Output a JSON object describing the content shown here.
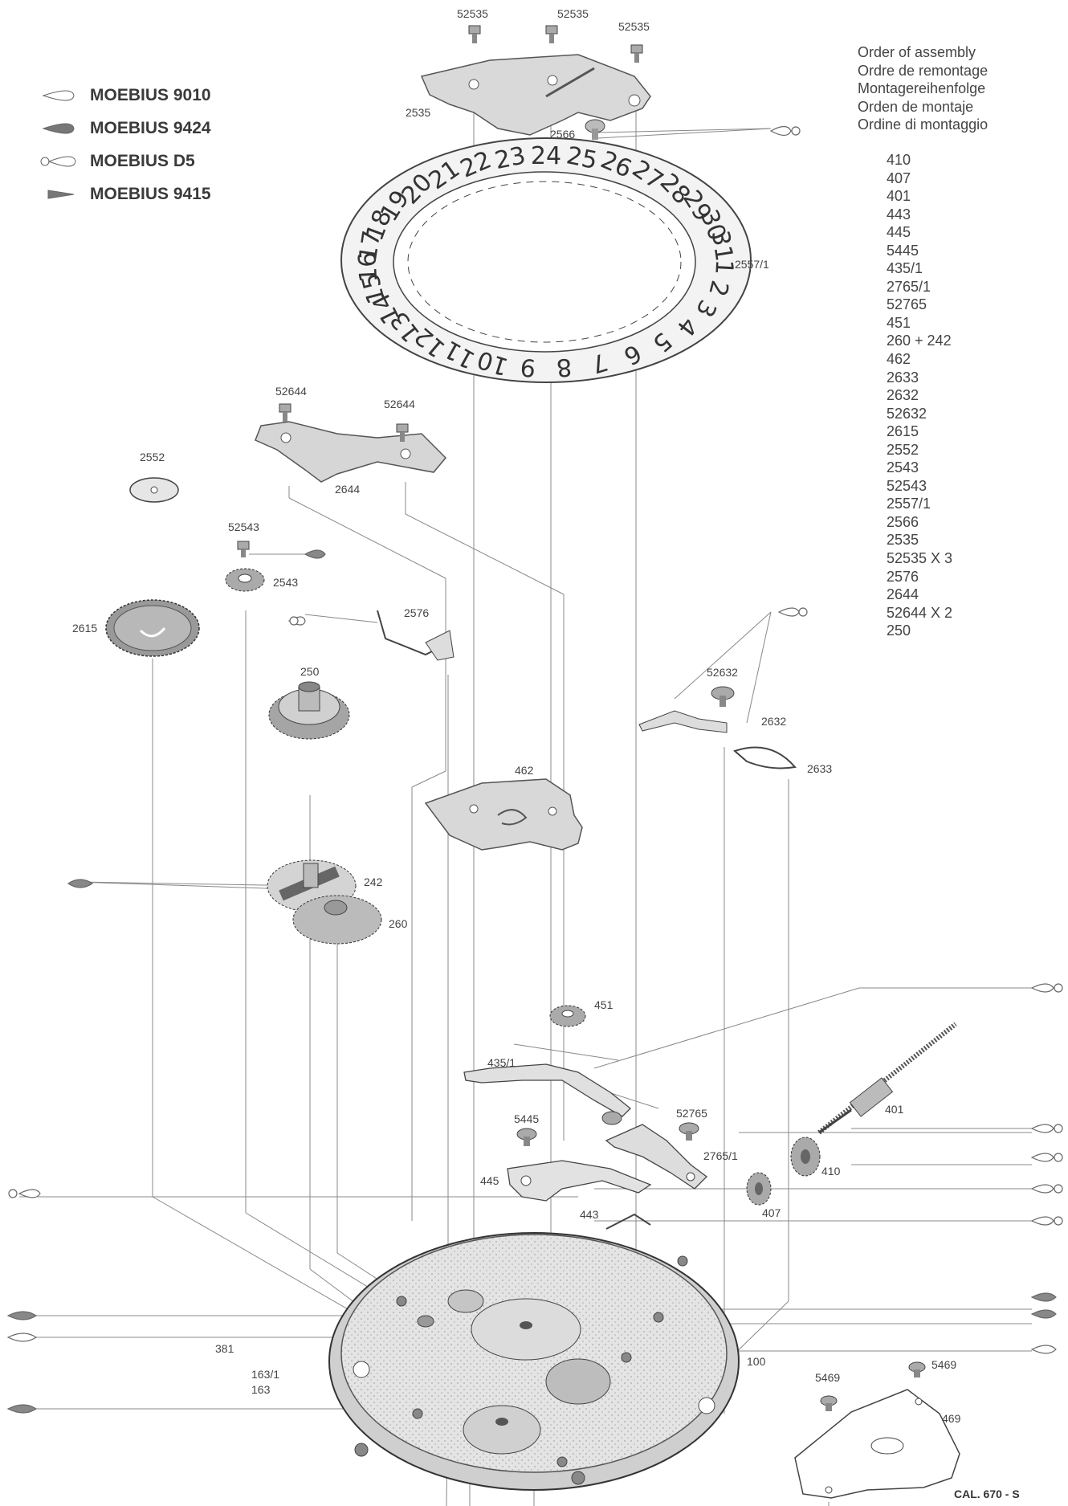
{
  "legend": [
    {
      "label": "MOEBIUS 9010",
      "icon": "outline-drop-icon"
    },
    {
      "label": "MOEBIUS 9424",
      "icon": "filled-drop-icon"
    },
    {
      "label": "MOEBIUS D5",
      "icon": "outline-drop-with-ring-icon"
    },
    {
      "label": "MOEBIUS 9415",
      "icon": "filled-triangle-icon"
    }
  ],
  "order_title": [
    "Order of assembly",
    "Ordre de remontage",
    "Montagereihenfolge",
    "Orden de montaje",
    "Ordine di montaggio"
  ],
  "order_list": [
    "410",
    "407",
    "401",
    "443",
    "445",
    "5445",
    "435/1",
    "2765/1",
    "52765",
    "451",
    "260 + 242",
    "462",
    "2633",
    "2632",
    "52632",
    "2615",
    "2552",
    "2543",
    "52543",
    "2557/1",
    "2566",
    "2535",
    "52535 X 3",
    "2576",
    "2644",
    "52644 X 2",
    "250"
  ],
  "part_labels": {
    "p52535a": "52535",
    "p52535b": "52535",
    "p52535c": "52535",
    "p2535": "2535",
    "p2566": "2566",
    "p2557": "2557/1",
    "p52644a": "52644",
    "p52644b": "52644",
    "p2644": "2644",
    "p2552": "2552",
    "p52543": "52543",
    "p2543": "2543",
    "p2615": "2615",
    "p2576": "2576",
    "p250": "250",
    "p52632": "52632",
    "p2632": "2632",
    "p2633": "2633",
    "p462": "462",
    "p242": "242",
    "p260": "260",
    "p451": "451",
    "p4351": "435/1",
    "p5445": "5445",
    "p52765": "52765",
    "p27651": "2765/1",
    "p445": "445",
    "p443": "443",
    "p401": "401",
    "p410": "410",
    "p407": "407",
    "p381": "381",
    "p1631": "163/1",
    "p163": "163",
    "p100": "100",
    "p5469a": "5469",
    "p5469b": "5469",
    "p469": "469"
  },
  "date_ring_numbers": [
    "1",
    "2",
    "3",
    "4",
    "5",
    "6",
    "7",
    "8",
    "9",
    "10",
    "11",
    "12",
    "13",
    "14",
    "15",
    "16",
    "17",
    "18",
    "19",
    "20",
    "21",
    "22",
    "23",
    "24",
    "25",
    "26",
    "27",
    "28",
    "29",
    "30",
    "31"
  ],
  "caliber": "CAL. 670 - S",
  "colors": {
    "ink": "#444444",
    "plate": "#d8d8d8",
    "plate_dark": "#9a9a9a",
    "line": "#777777"
  }
}
